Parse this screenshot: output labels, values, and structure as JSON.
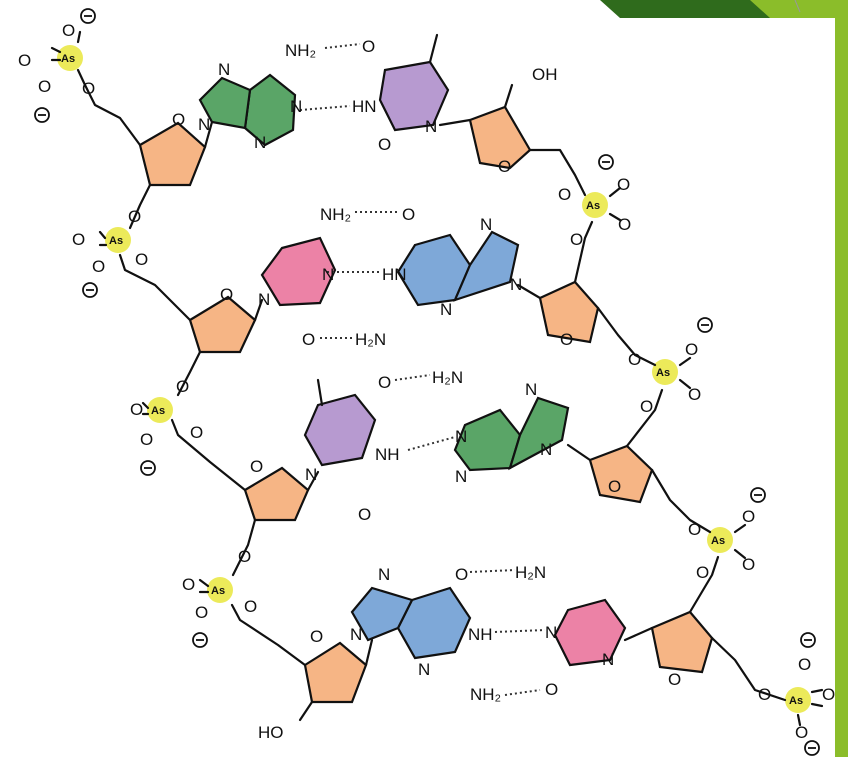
{
  "labels": {
    "nh2": "NH₂",
    "h2n": "H₂N",
    "o": "O",
    "n": "N",
    "hn": "HN",
    "nh": "NH",
    "oh": "OH",
    "ho": "HO",
    "as": "As"
  },
  "colors": {
    "adenine": "#5aa567",
    "thymine": "#b79ad0",
    "cytosine": "#ec82a6",
    "guanine": "#7ea8d8",
    "sugar": "#f6b585",
    "arsenate": "#ecea5a",
    "accent_green": "#8bbd2a",
    "accent_dark_green": "#2f6b1c"
  }
}
